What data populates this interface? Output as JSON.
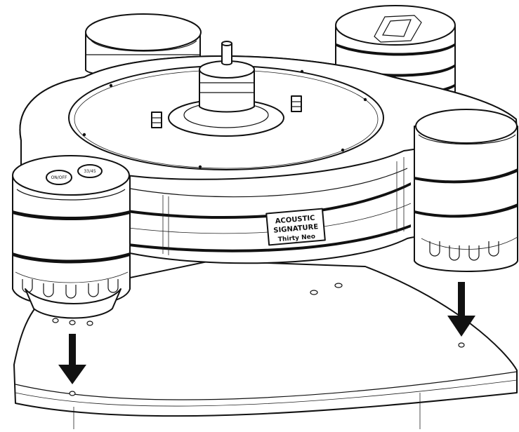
{
  "product_label": {
    "line1": "ACOUSTIC",
    "line2": "SIGNATURE",
    "line3": "Thirty Neo"
  },
  "buttons": {
    "left": "ON/OFF",
    "right": "33/45"
  },
  "colors": {
    "line": "#111111",
    "fill": "#ffffff"
  },
  "arrows": [
    {
      "direction": "down",
      "meaning": ""
    },
    {
      "direction": "down",
      "meaning": ""
    }
  ]
}
